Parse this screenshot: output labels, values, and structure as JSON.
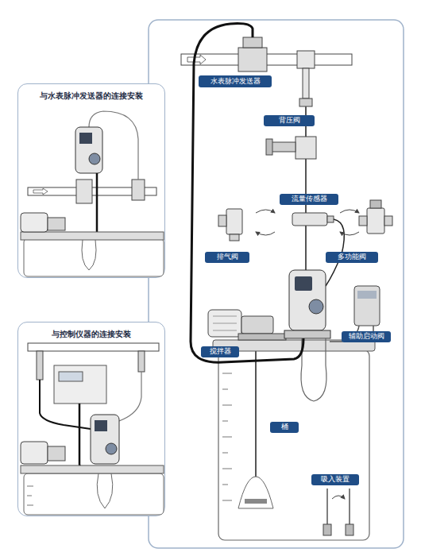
{
  "diagram": {
    "nodes": [
      {
        "text": [
          "与水表脉冲发送器的连接安装"
        ]
      },
      {
        "text": [
          "与控制仪器的连接安装"
        ]
      },
      {
        "text": [
          "水表脉冲发送器"
        ]
      },
      {
        "text": [
          "背压阀"
        ]
      },
      {
        "text": [
          "流量传感器"
        ]
      },
      {
        "text": [
          "排气阀"
        ]
      },
      {
        "text": [
          "多功能阀"
        ]
      },
      {
        "text": [
          "搅拌器"
        ]
      },
      {
        "text": [
          "辅助启动阀"
        ]
      },
      {
        "text": [
          "桶"
        ]
      },
      {
        "text": [
          "吸入装置"
        ]
      }
    ]
  }
}
